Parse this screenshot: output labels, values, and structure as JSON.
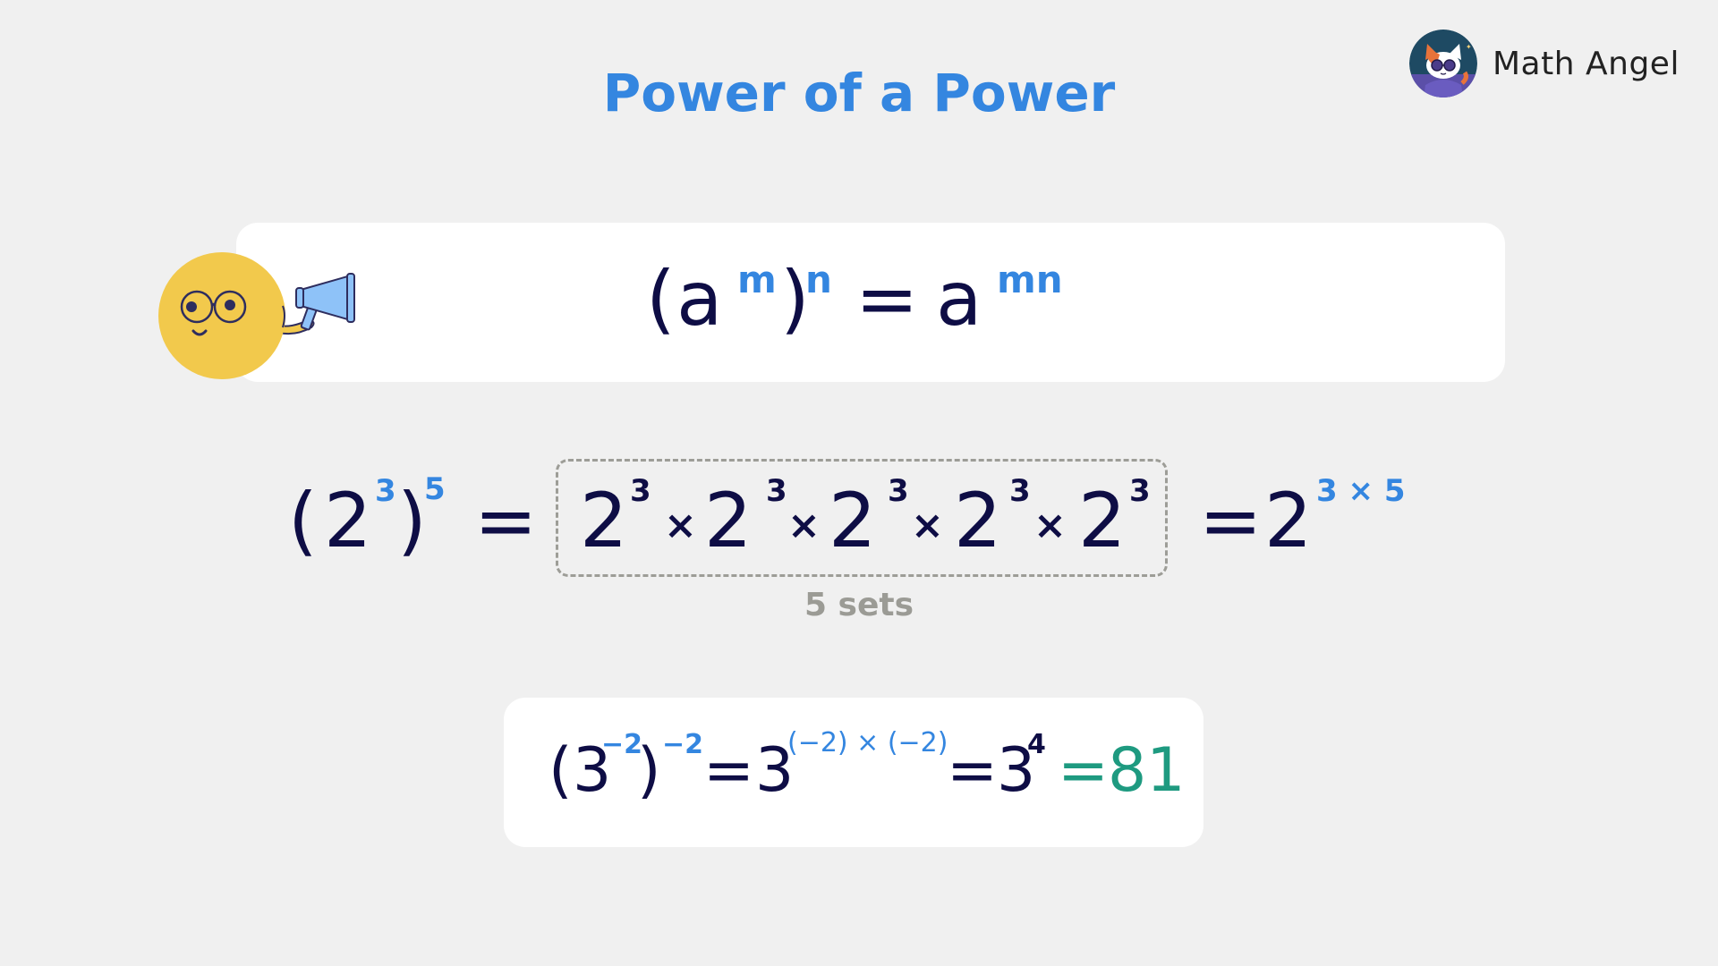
{
  "header": {
    "title": "Power of a Power",
    "brand_name": "Math Angel",
    "brand_logo_icon": "cat-with-sunglasses-logo"
  },
  "colors": {
    "background": "#f0f0f0",
    "title_blue": "#3486e0",
    "navy_text": "#0e0d45",
    "result_green": "#1e9a80",
    "muted_gray": "#9b9b95",
    "mascot_yellow": "#f2c94c",
    "megaphone_blue": "#8ec2f8"
  },
  "rule": {
    "open_paren": "(",
    "base": "a",
    "inner_exp": "m",
    "close_paren": ")",
    "outer_exp": "n",
    "equals": "=",
    "result_base": "a",
    "result_exp": "mn",
    "mascot_icon": "smiley-with-glasses-megaphone"
  },
  "example1": {
    "open_paren": "(",
    "base": "2",
    "inner_exp": "3",
    "close_paren": ")",
    "outer_exp": "5",
    "equals": "=",
    "expanded_terms": [
      {
        "base": "2",
        "exp": "3"
      },
      {
        "base": "2",
        "exp": "3"
      },
      {
        "base": "2",
        "exp": "3"
      },
      {
        "base": "2",
        "exp": "3"
      },
      {
        "base": "2",
        "exp": "3"
      }
    ],
    "times": "×",
    "sets_label": "5 sets",
    "equals2": "=",
    "result_base": "2",
    "result_exp": "3 × 5"
  },
  "example2": {
    "open_paren": "(",
    "base": "3",
    "inner_exp": "−2",
    "close_paren": ")",
    "outer_exp": "−2",
    "equals": "=",
    "mid_base": "3",
    "mid_exp": "(−2) × (−2)",
    "equals2": "=",
    "simplified_base": "3",
    "simplified_exp": "4",
    "equals3": "=",
    "answer": "81"
  }
}
